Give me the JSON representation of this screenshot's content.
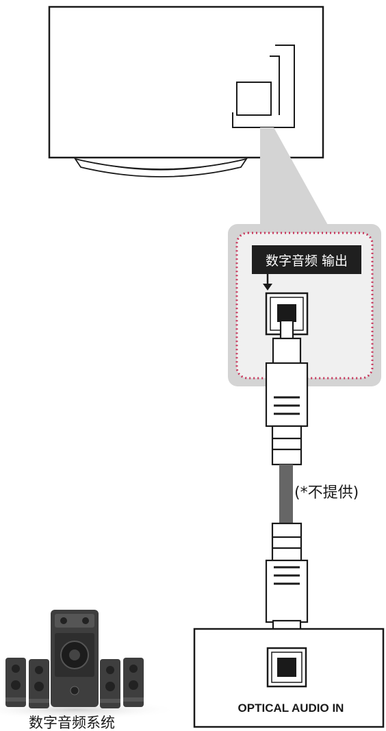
{
  "labels": {
    "tv_port_label": "数字音频 输出",
    "cable_note": "(*不提供)",
    "receiver_port_label": "OPTICAL AUDIO IN",
    "speaker_system_label": "数字音频系统"
  },
  "colors": {
    "outline": "#1a1a1a",
    "label_bg": "#1f1f1f",
    "panel_bg": "#d4d4d4",
    "dashed_border": "#c8365b",
    "cable": "#666666",
    "speaker_body": "#3e3e3e"
  },
  "icons": [
    "arrow-down-icon",
    "optical-port-icon",
    "speaker-icon",
    "subwoofer-icon"
  ]
}
